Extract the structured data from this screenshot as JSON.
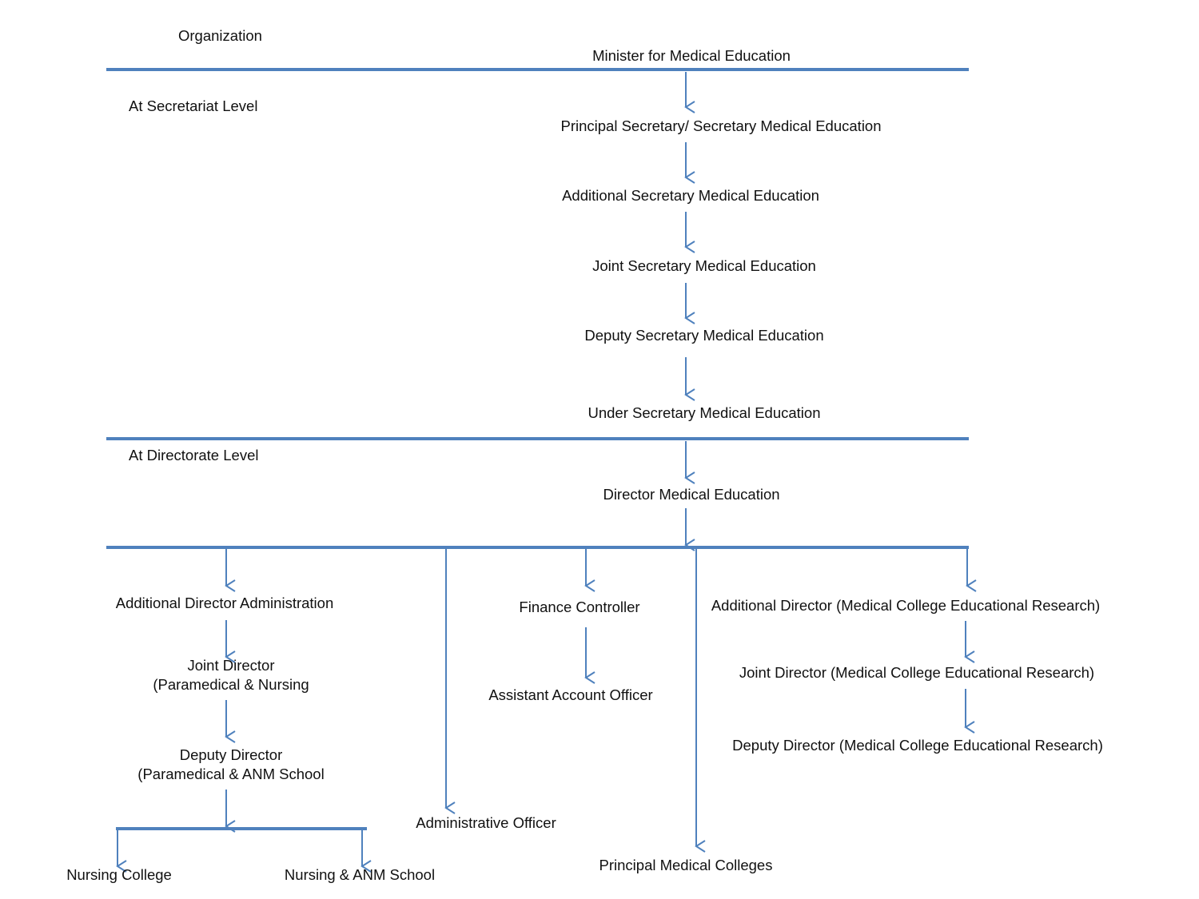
{
  "page_title": "Organization",
  "levels": {
    "secretariat": "At Secretariat Level",
    "directorate": "At Directorate Level"
  },
  "secretariat_chain": [
    "Minister for Medical Education",
    "Principal Secretary/ Secretary  Medical Education",
    "Additional Secretary  Medical Education",
    "Joint  Secretary  Medical Education",
    "Deputy Secretary  Medical Education",
    "Under Secretary  Medical Education"
  ],
  "director": "Director Medical Education",
  "administration_branch": {
    "head": "Additional Director Administration",
    "joint_director": [
      "Joint Director",
      "(Paramedical & Nursing"
    ],
    "deputy_director": [
      "Deputy Director",
      "(Paramedical & ANM School"
    ],
    "children": [
      "Nursing College",
      "Nursing & ANM School"
    ]
  },
  "administrative_officer": "Administrative Officer",
  "finance_branch": {
    "head": "Finance Controller",
    "child": "Assistant Account Officer"
  },
  "principal": "Principal Medical Colleges",
  "research_branch": {
    "head": "Additional Director (Medical College Educational Research)",
    "joint_director": "Joint Director (Medical College Educational Research)",
    "deputy_director": "Deputy  Director (Medical College Educational Research)"
  },
  "colors": {
    "line": "#4f81bd",
    "text": "#111111"
  }
}
